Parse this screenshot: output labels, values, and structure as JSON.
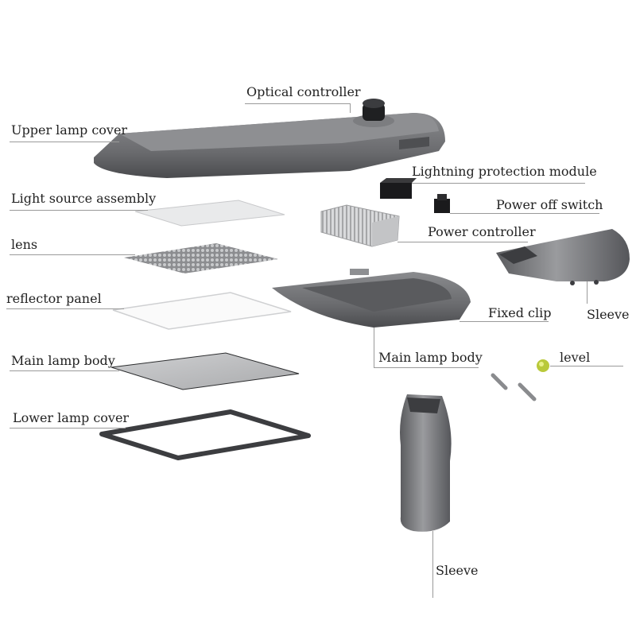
{
  "labels": {
    "optical_controller": "Optical controller",
    "upper_lamp_cover": "Upper lamp cover",
    "lightning_protection_module": "Lightning protection module",
    "light_source_assembly": "Light source assembly",
    "power_off_switch": "Power off switch",
    "power_controller": "Power controller",
    "lens": "lens",
    "reflector_panel": "reflector panel",
    "fixed_clip": "Fixed clip",
    "sleeve_right": "Sleeve",
    "main_lamp_body_left": "Main lamp body",
    "main_lamp_body_center": "Main lamp body",
    "level": "level",
    "lower_lamp_cover": "Lower lamp cover",
    "sleeve_bottom": "Sleeve"
  },
  "colors": {
    "housing": "#6e6f72",
    "housing_dark": "#4a4b4e",
    "housing_light": "#a7a8ab",
    "leader_line": "#9a9a9a",
    "text": "#222222",
    "level_bubble": "#b9c93a"
  }
}
